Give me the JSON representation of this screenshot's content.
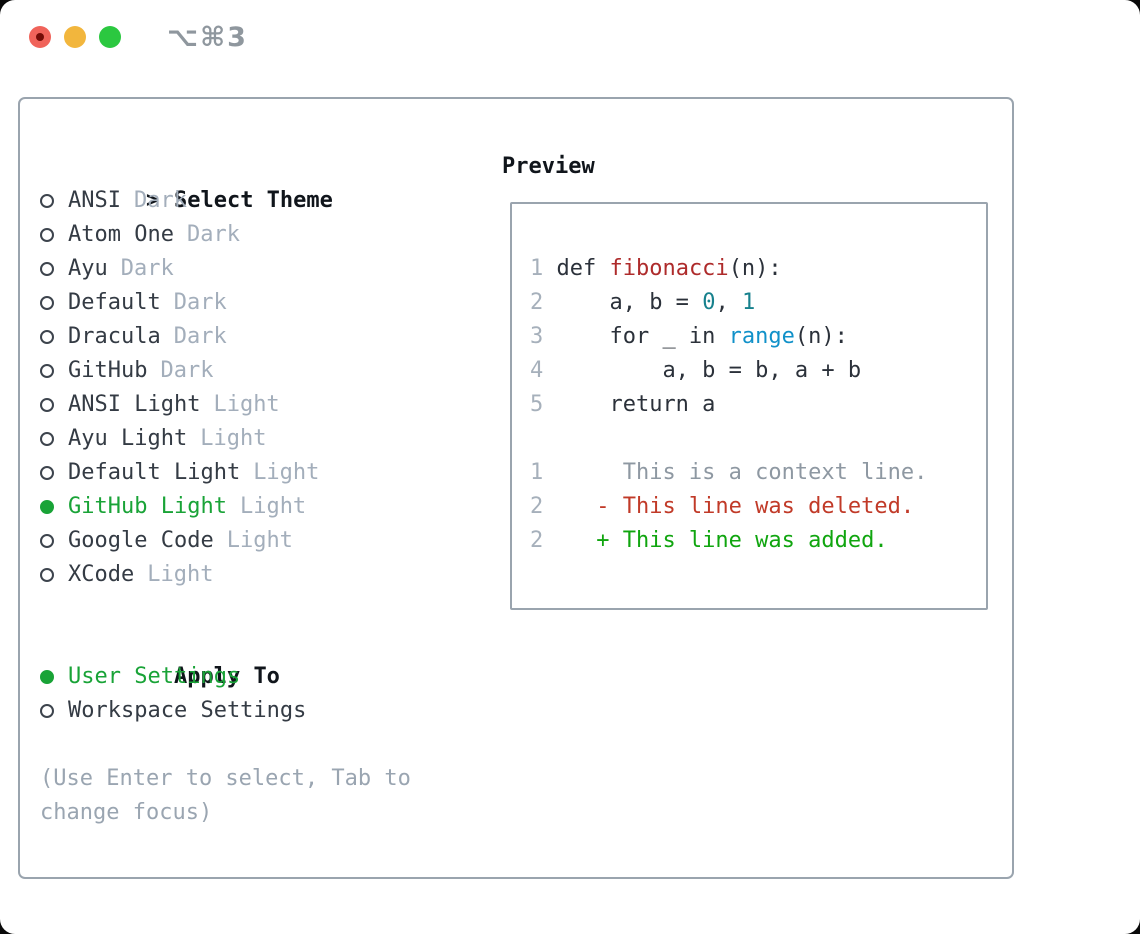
{
  "titlebar": {
    "shortcut": "⌥⌘3",
    "traffic_lights": [
      {
        "name": "close",
        "color": "#f0635a"
      },
      {
        "name": "minimize",
        "color": "#f2b63d"
      },
      {
        "name": "zoom",
        "color": "#2bc840"
      }
    ]
  },
  "theme_picker": {
    "cursor": ">",
    "title": "Select Theme",
    "items": [
      {
        "name": "ANSI",
        "variant": "Dark",
        "selected": false
      },
      {
        "name": "Atom One",
        "variant": "Dark",
        "selected": false
      },
      {
        "name": "Ayu",
        "variant": "Dark",
        "selected": false
      },
      {
        "name": "Default",
        "variant": "Dark",
        "selected": false
      },
      {
        "name": "Dracula",
        "variant": "Dark",
        "selected": false
      },
      {
        "name": "GitHub",
        "variant": "Dark",
        "selected": false
      },
      {
        "name": "ANSI Light",
        "variant": "Light",
        "selected": false
      },
      {
        "name": "Ayu Light",
        "variant": "Light",
        "selected": false
      },
      {
        "name": "Default Light",
        "variant": "Light",
        "selected": false
      },
      {
        "name": "GitHub Light",
        "variant": "Light",
        "selected": true
      },
      {
        "name": "Google Code",
        "variant": "Light",
        "selected": false
      },
      {
        "name": "XCode",
        "variant": "Light",
        "selected": false
      }
    ],
    "apply_to": {
      "title": "Apply To",
      "options": [
        {
          "name": "User Settings",
          "selected": true
        },
        {
          "name": "Workspace Settings",
          "selected": false
        }
      ]
    },
    "hint_lines": [
      "(Use Enter to select, Tab to",
      "change focus)"
    ]
  },
  "preview": {
    "title": "Preview",
    "lines": [
      {
        "no": "1",
        "kind": "code",
        "tokens": [
          {
            "t": " def ",
            "c": "p"
          },
          {
            "t": "fibonacci",
            "c": "fn"
          },
          {
            "t": "(n):",
            "c": "p"
          }
        ]
      },
      {
        "no": "2",
        "kind": "code",
        "tokens": [
          {
            "t": "     a, b = ",
            "c": "p"
          },
          {
            "t": "0",
            "c": "num"
          },
          {
            "t": ", ",
            "c": "p"
          },
          {
            "t": "1",
            "c": "num"
          }
        ]
      },
      {
        "no": "3",
        "kind": "code",
        "tokens": [
          {
            "t": "     for _ in ",
            "c": "p"
          },
          {
            "t": "range",
            "c": "kw"
          },
          {
            "t": "(n):",
            "c": "p"
          }
        ]
      },
      {
        "no": "4",
        "kind": "code",
        "tokens": [
          {
            "t": "         a, b = b, a + b",
            "c": "p"
          }
        ]
      },
      {
        "no": "5",
        "kind": "code",
        "tokens": [
          {
            "t": "     return a",
            "c": "p"
          }
        ]
      },
      {
        "no": "",
        "kind": "blank",
        "tokens": []
      },
      {
        "no": "1",
        "kind": "diff-context",
        "tokens": [
          {
            "t": "      This is a context line.",
            "c": "ctx"
          }
        ]
      },
      {
        "no": "2",
        "kind": "diff-deleted",
        "tokens": [
          {
            "t": "    - This line was deleted.",
            "c": "del"
          }
        ]
      },
      {
        "no": "2",
        "kind": "diff-added",
        "tokens": [
          {
            "t": "    + This line was added.",
            "c": "add"
          }
        ]
      }
    ]
  },
  "colors": {
    "selection_green": "#19a337",
    "diff_added_green": "#10a50f",
    "diff_deleted_red": "#c13a28",
    "function_red": "#ae2b2b",
    "number_teal": "#17818d",
    "builtin_blue": "#1191c9",
    "muted_gray": "#a3aebb",
    "hint_gray": "#9aa5b1",
    "border_gray": "#9aa4ae"
  }
}
